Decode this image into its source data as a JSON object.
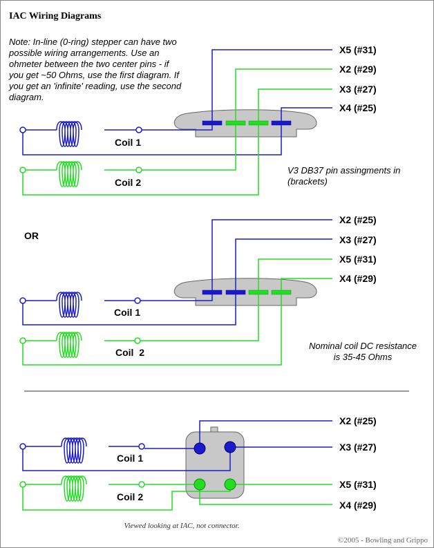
{
  "title": "IAC Wiring Diagrams",
  "note_lines": [
    "Note: In-line (0-ring) stepper can have two",
    "possible wiring arrangements. Use an",
    "ohmeter between the two center pins - if",
    "you get ~50 Ohms, use the first diagram. If",
    "you get an 'infinite' reading, use the second",
    "diagram."
  ],
  "diagram1": {
    "pins": [
      "X5 (#31)",
      "X2 (#29)",
      "X3 (#27)",
      "X4 (#25)"
    ],
    "coil1": "Coil 1",
    "coil2": "Coil 2",
    "annotation_lines": [
      "V3 DB37 pin assingments in",
      "(brackets)"
    ]
  },
  "or_label": "OR",
  "diagram2": {
    "pins": [
      "X2 (#25)",
      "X3 (#27)",
      "X5 (#31)",
      "X4 (#29)"
    ],
    "coil1": "Coil 1",
    "coil2": "Coil  2",
    "annotation_lines": [
      "Nominal coil DC resistance",
      "is 35-45 Ohms"
    ]
  },
  "diagram3": {
    "pins": [
      "X2 (#25)",
      "X3 (#27)",
      "X5 (#31)",
      "X4 (#29)"
    ],
    "coil1": "Coil 1",
    "coil2": "Coil 2",
    "caption": "Viewed looking at IAC, not connector."
  },
  "copyright": "©2005 - Bowling and Grippo",
  "colors": {
    "coil1_wire": "#1a1acc",
    "coil2_wire": "#22dd22",
    "connector_body": "#c8c8c8",
    "connector_outline": "#666666"
  }
}
